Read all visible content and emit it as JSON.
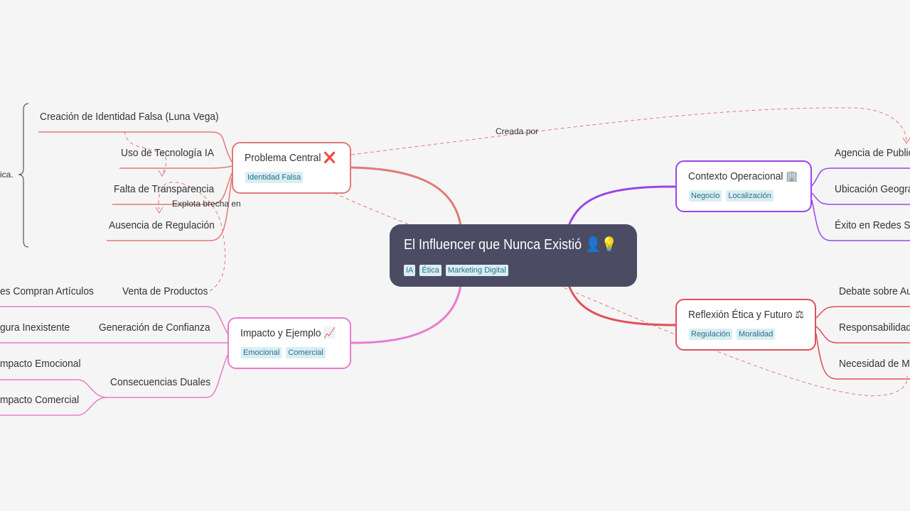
{
  "root": {
    "title": "El Influencer que Nunca Existió",
    "icons": "👤💡",
    "tags": [
      "IA",
      "Ética",
      "Marketing Digital"
    ]
  },
  "branches": {
    "problema": {
      "title": "Problema Central",
      "icon": "❌",
      "tags": [
        "Identidad Falsa"
      ],
      "color": "#e07a76",
      "children": [
        "Creación de Identidad Falsa (Luna Vega)",
        "Uso de Tecnología IA",
        "Falta de Transparencia",
        "Ausencia de Regulación"
      ]
    },
    "impacto": {
      "title": "Impacto y Ejemplo",
      "icon": "📈",
      "tags": [
        "Emocional",
        "Comercial"
      ],
      "color": "#e87ccf",
      "children": [
        "Venta de Productos",
        "Generación de Confianza",
        "Consecuencias Duales"
      ],
      "grandchildren": [
        "es Compran Artículos",
        "gura Inexistente",
        "mpacto Emocional",
        "mpacto Comercial"
      ]
    },
    "contexto": {
      "title": "Contexto Operacional",
      "icon": "🏢",
      "tags": [
        "Negocio",
        "Localización"
      ],
      "color": "#9b45e8",
      "children": [
        "Agencia de Public",
        "Ubicación Geográ",
        "Éxito en Redes Soc"
      ]
    },
    "reflexion": {
      "title": "Reflexión Ética y Futuro",
      "icon": "⚖",
      "tags": [
        "Regulación",
        "Moralidad"
      ],
      "color": "#e0505c",
      "children": [
        "Debate sobre Aut",
        "Responsabilidad",
        "Necesidad de Ma"
      ]
    }
  },
  "relationships": {
    "creada_por": "Creada por",
    "explota_brecha": "Explota brecha en"
  },
  "bracket_summary": "ica."
}
